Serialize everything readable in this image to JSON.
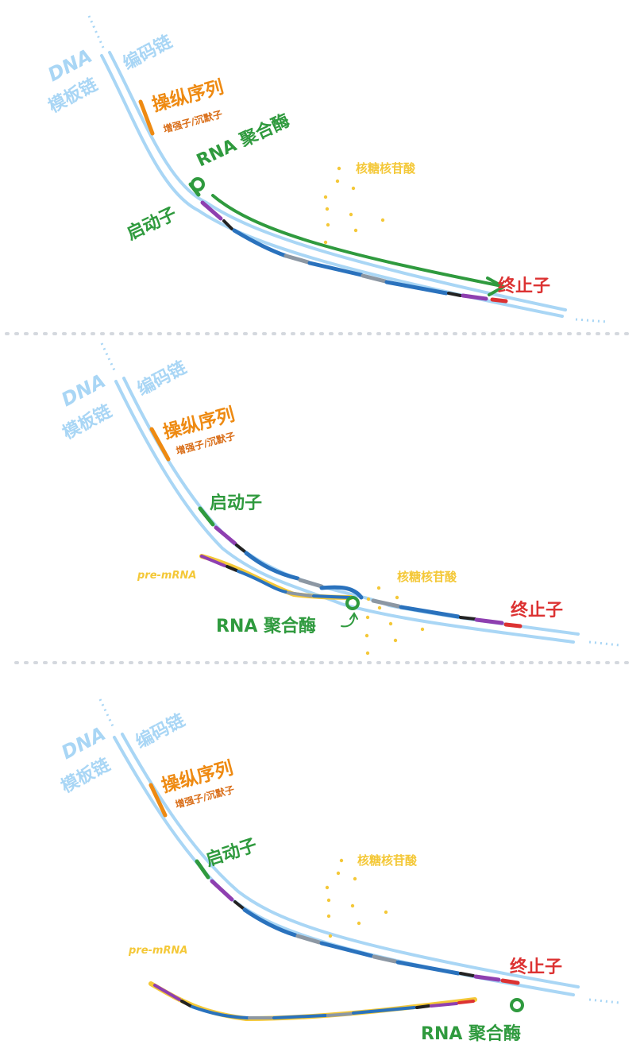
{
  "labels": {
    "dna": "DNA",
    "template": "模板链",
    "coding": "编码链",
    "operator": "操纵序列",
    "enhancer": "增强子/沉默子",
    "rna_pol": "RNA 聚合酶",
    "promoter": "启动子",
    "nucleotides": "核糖核苷酸",
    "terminator": "终止子",
    "pre_mrna": "pre-mRNA"
  },
  "colors": {
    "dna": "#a9d6f5",
    "gene": "#2a72bd",
    "operator": "#ee8a12",
    "rna_pol": "#2f9a3e",
    "nucleotide": "#f4c838",
    "terminator": "#dc3232",
    "exon_mark": "#8e3fb0",
    "intron": "#8c97a3",
    "black_mark": "#222222",
    "separator": "#d4d8de"
  }
}
